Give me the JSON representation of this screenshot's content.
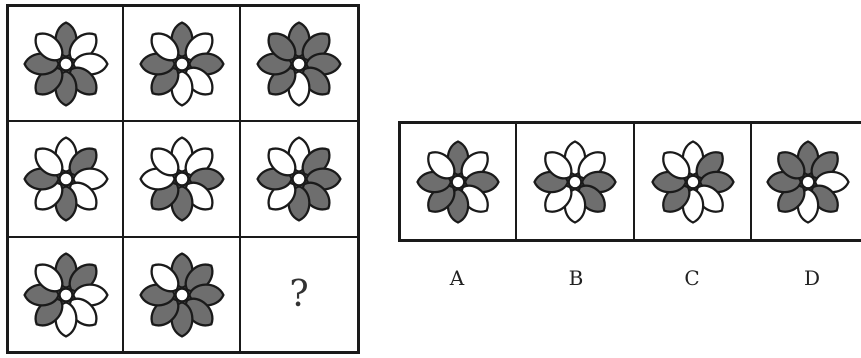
{
  "puzzle": {
    "question_mark": "?",
    "cells": [
      {
        "shaded_petals": [
          0,
          3,
          4,
          5,
          6
        ]
      },
      {
        "shaded_petals": [
          0,
          2,
          5,
          6
        ]
      },
      {
        "shaded_petals": [
          0,
          1,
          2,
          3,
          5,
          6,
          7
        ]
      },
      {
        "shaded_petals": [
          1,
          4,
          6
        ]
      },
      {
        "shaded_petals": [
          2,
          4,
          5
        ]
      },
      {
        "shaded_petals": [
          1,
          2,
          3,
          4,
          6
        ]
      },
      {
        "shaded_petals": [
          0,
          1,
          5,
          6
        ]
      },
      {
        "shaded_petals": [
          0,
          1,
          2,
          3,
          4,
          5,
          6
        ]
      }
    ]
  },
  "options": [
    {
      "label": "A",
      "shaded_petals": [
        0,
        2,
        4,
        5,
        6
      ]
    },
    {
      "label": "B",
      "shaded_petals": [
        2,
        3,
        6
      ]
    },
    {
      "label": "C",
      "shaded_petals": [
        1,
        2,
        5,
        6
      ]
    },
    {
      "label": "D",
      "shaded_petals": [
        0,
        1,
        3,
        5,
        6,
        7
      ]
    }
  ],
  "colors": {
    "petal_shaded": "#6e6e6e",
    "petal_plain": "#ffffff",
    "outline": "#1a1a1a"
  }
}
